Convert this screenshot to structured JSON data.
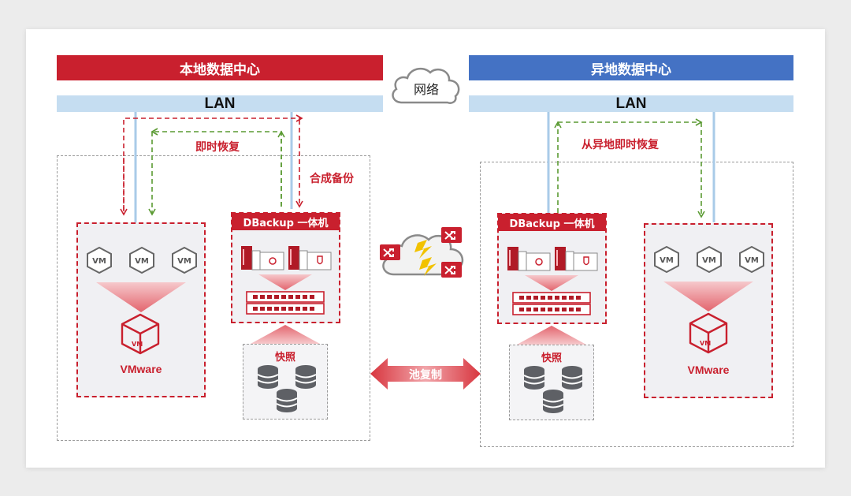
{
  "local_datacenter": {
    "title": "本地数据中心",
    "lan": "LAN",
    "color": "#c9202e"
  },
  "remote_datacenter": {
    "title": "异地数据中心",
    "lan": "LAN",
    "color": "#4472c4"
  },
  "network": {
    "label": "网络"
  },
  "flows": {
    "instant_restore": "即时恢复",
    "synthetic_backup": "合成备份",
    "remote_instant_restore": "从异地即时恢复"
  },
  "appliance": {
    "label": "DBackup 一体机"
  },
  "snapshot": {
    "label": "快照"
  },
  "vmware": {
    "label": "VMware",
    "vm_icon_text": "VM"
  },
  "pool_replication": {
    "label": "池复制"
  },
  "colors": {
    "accent_red": "#c9202e",
    "accent_blue": "#4472c4",
    "lan_blue": "#c5ddf1",
    "restore_green": "#5a9a32",
    "db_gray": "#5e6065"
  }
}
